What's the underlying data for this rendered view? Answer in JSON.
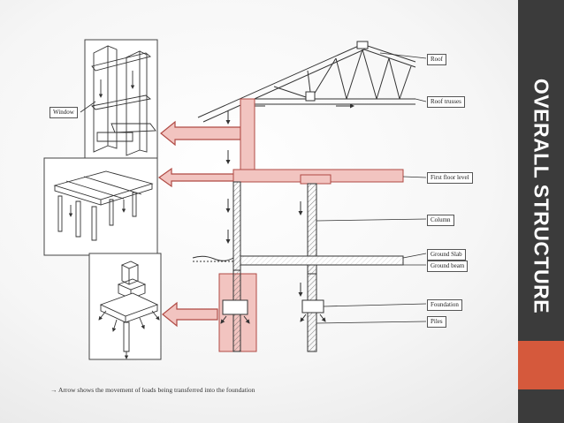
{
  "sidebar": {
    "title": "OVERALL STRUCTURE",
    "background_color": "#3b3b3b",
    "accent_color": "#d5593c"
  },
  "labels": {
    "roof": "Roof",
    "roof_trusses": "Roof trusses",
    "window": "Window",
    "first_floor_level": "First floor level",
    "column": "Column",
    "ground_slab": "Ground Slab",
    "ground_beam": "Ground beam",
    "foundation": "Foundation",
    "piles": "Piles"
  },
  "footnote": "→ Arrow shows the movement of loads being transferred into the foundation",
  "colors": {
    "highlight_fill": "#f2c4c0",
    "highlight_stroke": "#b04a44"
  }
}
